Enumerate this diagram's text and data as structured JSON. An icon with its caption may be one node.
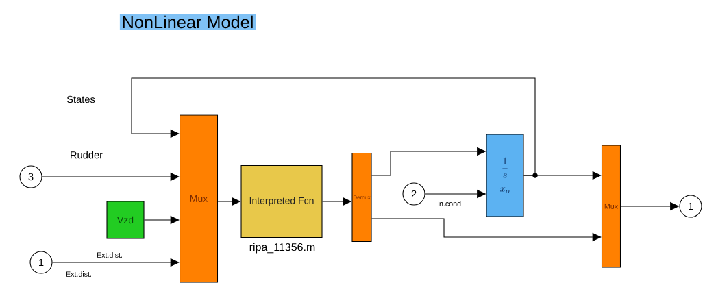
{
  "diagram": {
    "title": "NonLinear Model",
    "nodes": [
      {
        "text": [
          "Mux"
        ]
      },
      {
        "text": [
          "3"
        ]
      },
      {
        "text": [
          "Vzd"
        ]
      },
      {
        "text": [
          "1"
        ],
        "beside": [
          "Ext.dist."
        ]
      },
      {
        "text": [
          "Interpreted Fcn"
        ],
        "beside": [
          "ripa_11356.m"
        ]
      },
      {
        "text": [
          "Demux"
        ]
      },
      {
        "text": [
          "2"
        ]
      },
      {
        "text": [
          "\\frac{1}{s}",
          "x_o"
        ]
      },
      {
        "text": [
          "Mux"
        ]
      },
      {
        "text": [
          "1"
        ]
      }
    ],
    "edges": [
      {
        "from": 7,
        "to": 0,
        "arrow": "to",
        "label": "States"
      },
      {
        "from": 1,
        "to": 0,
        "arrow": "to",
        "label": "Rudder"
      },
      {
        "from": 2,
        "to": 0,
        "arrow": "to"
      },
      {
        "from": 3,
        "to": 0,
        "arrow": "to",
        "label": "Ext.dist."
      },
      {
        "from": 0,
        "to": 4,
        "arrow": "to"
      },
      {
        "from": 4,
        "to": 5,
        "arrow": "to"
      },
      {
        "from": 5,
        "to": 7,
        "arrow": "to"
      },
      {
        "from": 6,
        "to": 7,
        "arrow": "to",
        "label": "In.cond."
      },
      {
        "from": 7,
        "to": 8,
        "arrow": "to"
      },
      {
        "from": 5,
        "to": 8,
        "arrow": "to"
      },
      {
        "from": 8,
        "to": 9,
        "arrow": "to"
      }
    ]
  }
}
